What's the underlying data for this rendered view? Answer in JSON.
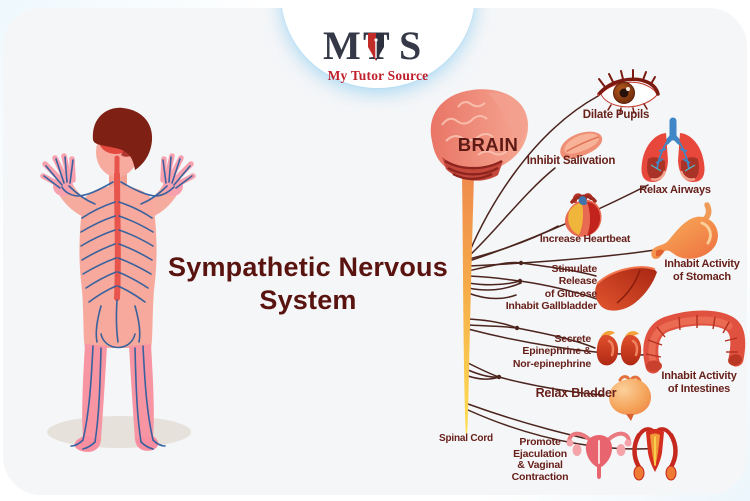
{
  "brand": {
    "letters": {
      "m": "M",
      "t": "T",
      "s": "S"
    },
    "acronym": "MTS",
    "name": "My Tutor Source"
  },
  "title": {
    "line1": "Sympathetic Nervous",
    "line2": "System"
  },
  "diagram": {
    "central": {
      "brain": "BRAIN",
      "spinal_cord": "Spinal Cord"
    },
    "labels": {
      "dilate_pupils": "Dilate Pupils",
      "inhibit_salivation": "Inhibit Salivation",
      "relax_airways": "Relax Airways",
      "increase_heartbeat": "Increase Heartbeat",
      "stomach": "Inhabit Activity\nof Stomach",
      "glucose_gallbladder": "Stimulate\nRelease\nof Glucose\nInhabit Gallbladder",
      "epinephrine": "Secrete\nEpinephrine &\nNor-epinephrine",
      "intestines": "Inhabit Activity\nof Intestines",
      "relax_bladder": "Relax Bladder",
      "reproduction": "Promote\nEjaculation\n& Vaginal\nContraction"
    },
    "icons": {
      "eye-icon": "eye with brown iris (dilate pupils)",
      "tongue-icon": "tongue (salivation)",
      "lungs-icon": "red lungs with blue trachea",
      "heart-icon": "heart",
      "stomach-icon": "orange stomach",
      "liver-icon": "red liver (glucose / gallbladder)",
      "kidneys-icon": "kidneys with adrenal glands",
      "intestines-icon": "large intestine",
      "bladder-icon": "urinary bladder",
      "female-reproductive-icon": "uterus with fallopian tubes (pink)",
      "uterus-icon": "uterus outline with ovaries (red)",
      "brain-icon": "brain",
      "spinal-cord-graphic": "tapered orange-yellow spinal cord",
      "human-figure": "back view human body with blue nerves and red spine",
      "pen-nib-icon": "red and black pen nib forming the T of MTS"
    }
  },
  "colors": {
    "page_bg": "#fbfdff",
    "card_bg": "#f5f6f8",
    "title_text": "#5a1410",
    "label_text": "#67201a",
    "nerve_line": "#4b241d",
    "spinal_cord_top": "#ef8a4d",
    "spinal_cord_bottom": "#ffe354",
    "logo_red": "#bf1f2c",
    "logo_dark": "#343847",
    "body_skin": "#f7a99d",
    "body_nerves": "#2f5f9e"
  }
}
